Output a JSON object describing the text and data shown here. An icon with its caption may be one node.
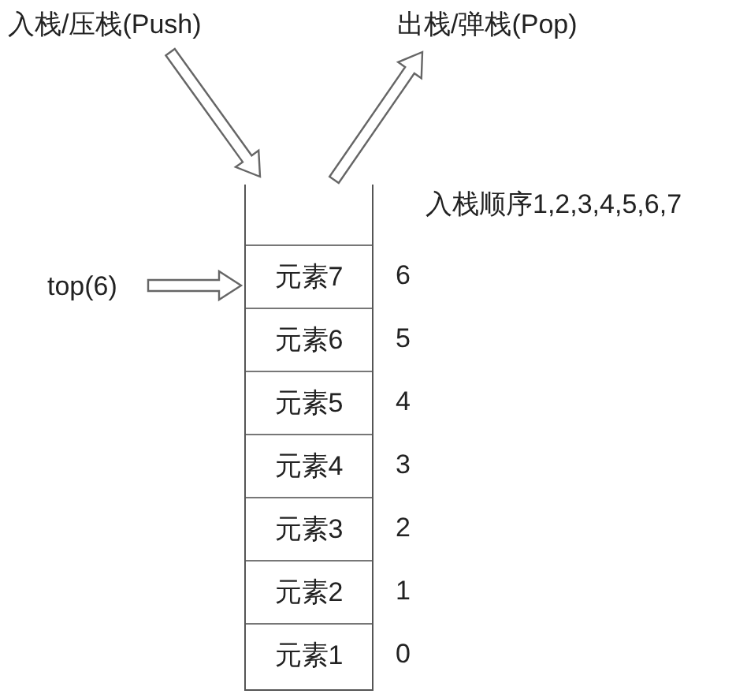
{
  "diagram": {
    "nodes": [
      {
        "text": [
          "入栈/压栈(Push)"
        ]
      },
      {
        "text": [
          "出栈/弹栈(Pop)"
        ]
      },
      {
        "text": [],
        "shape": "box"
      },
      {
        "text": [
          "top(6)"
        ]
      },
      {
        "text": [
          "元素7"
        ],
        "in": 2
      },
      {
        "text": [
          "元素6"
        ],
        "in": 2
      },
      {
        "text": [
          "元素5"
        ],
        "in": 2
      },
      {
        "text": [
          "元素4"
        ],
        "in": 2
      },
      {
        "text": [
          "元素3"
        ],
        "in": 2
      },
      {
        "text": [
          "元素2"
        ],
        "in": 2
      },
      {
        "text": [
          "元素1"
        ],
        "in": 2
      }
    ],
    "edges": [
      {
        "from": 0,
        "to": 2,
        "arrow": "to"
      },
      {
        "from": 2,
        "to": 1,
        "arrow": "to"
      },
      {
        "from": 3,
        "to": 4,
        "arrow": "to"
      }
    ],
    "labels": [
      "入栈顺序1,2,3,4,5,6,7",
      "6",
      "5",
      "4",
      "3",
      "2",
      "1",
      "0"
    ]
  }
}
